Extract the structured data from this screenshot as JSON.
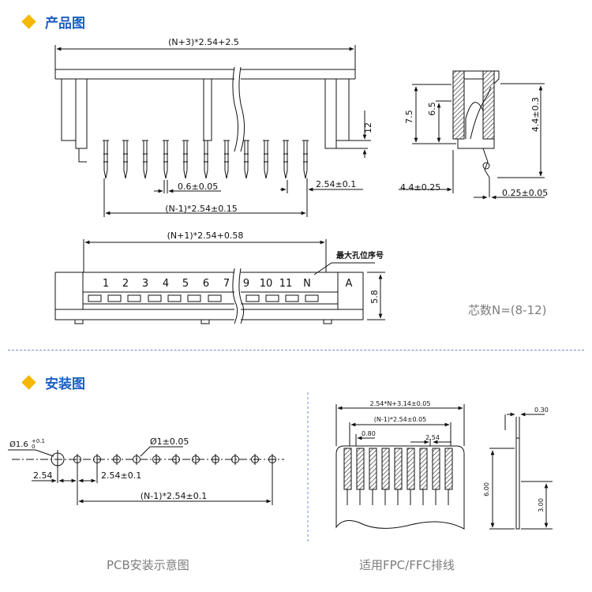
{
  "sections": {
    "product": {
      "title": "产品图"
    },
    "install": {
      "title": "安装图"
    }
  },
  "top_view": {
    "overall_dim": "(N+3)*2.54+2.5",
    "pin_width_dim": "0.6±0.05",
    "pitch_dim": "2.54±0.1",
    "span_dim": "(N-1)*2.54±0.15",
    "height_dim": "12"
  },
  "side_view": {
    "h1": "7.5",
    "h2": "6.5",
    "h3": "4.4±0.3",
    "depth": "4.4±0.25",
    "thickness": "0.25±0.05"
  },
  "front_view": {
    "width_dim": "(N+1)*2.54+0.58",
    "note": "最大孔位序号",
    "pin_labels": [
      "1",
      "2",
      "3",
      "4",
      "5",
      "6",
      "7",
      "9",
      "10",
      "11",
      "N"
    ],
    "side_mark": "A",
    "height_dim": "5.8",
    "core_count": "芯数N=(8-12)"
  },
  "pcb_layout": {
    "big_hole": "Ø1.6",
    "big_hole_sup": "+0.1",
    "big_hole_sub": "0",
    "small_hole": "Ø1±0.05",
    "offset_dim": "2.54",
    "pitch_dim": "2.54±0.1",
    "span_dim": "(N-1)*2.54±0.1",
    "caption": "PCB安装示意图"
  },
  "fpc": {
    "width_dim": "2.54*N+3.14±0.05",
    "span_dim": "(N-1)*2.54±0.05",
    "gap_dim": "0.80",
    "pitch_dim": "2.54",
    "thickness_dim": "0.30",
    "length_dim": "6.00",
    "stiff_dim": "3.00",
    "caption": "适用FPC/FFC排线"
  },
  "colors": {
    "title": "#1b5fc4",
    "diamond": "#f5b800",
    "divider": "#6a8fcf",
    "caption": "#7c7c7c"
  }
}
